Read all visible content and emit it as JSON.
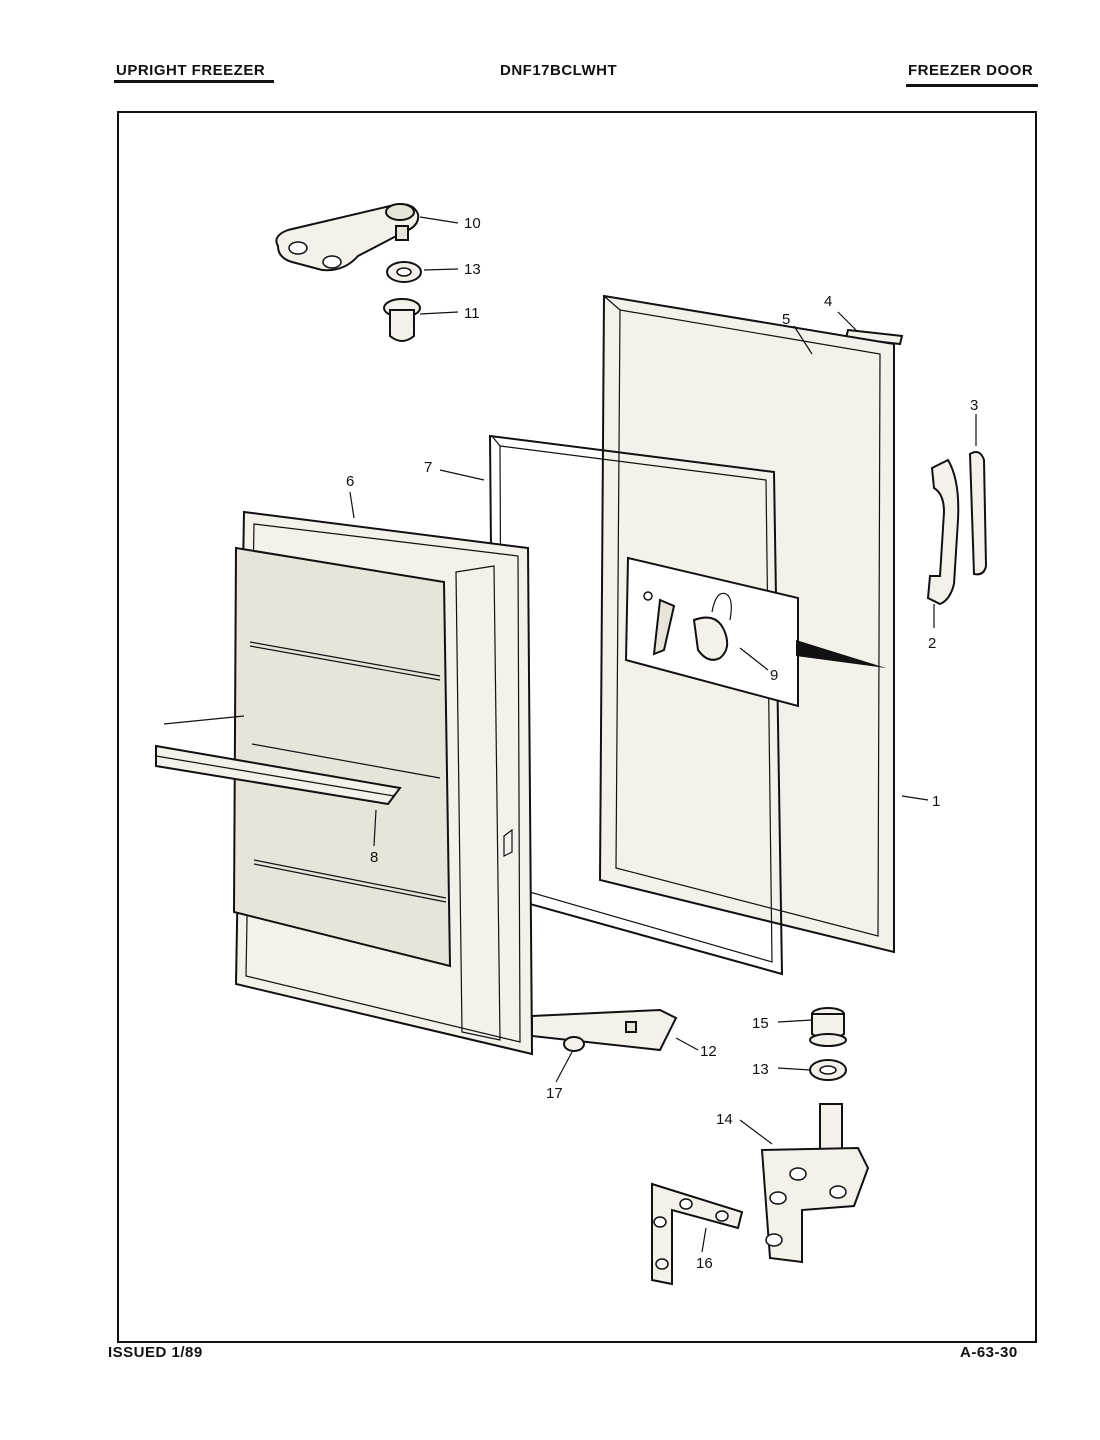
{
  "header": {
    "left": "UPRIGHT FREEZER",
    "center": "DNF17BCLWHT",
    "right": "FREEZER DOOR"
  },
  "footer": {
    "left": "ISSUED 1/89",
    "right": "A-63-30"
  },
  "callouts": {
    "c1": "1",
    "c2": "2",
    "c3": "3",
    "c4": "4",
    "c5": "5",
    "c6": "6",
    "c7": "7",
    "c8": "8",
    "c9": "9",
    "c10": "10",
    "c11": "11",
    "c12": "12",
    "c13a": "13",
    "c13b": "13",
    "c14": "14",
    "c15": "15",
    "c16": "16",
    "c17": "17"
  }
}
